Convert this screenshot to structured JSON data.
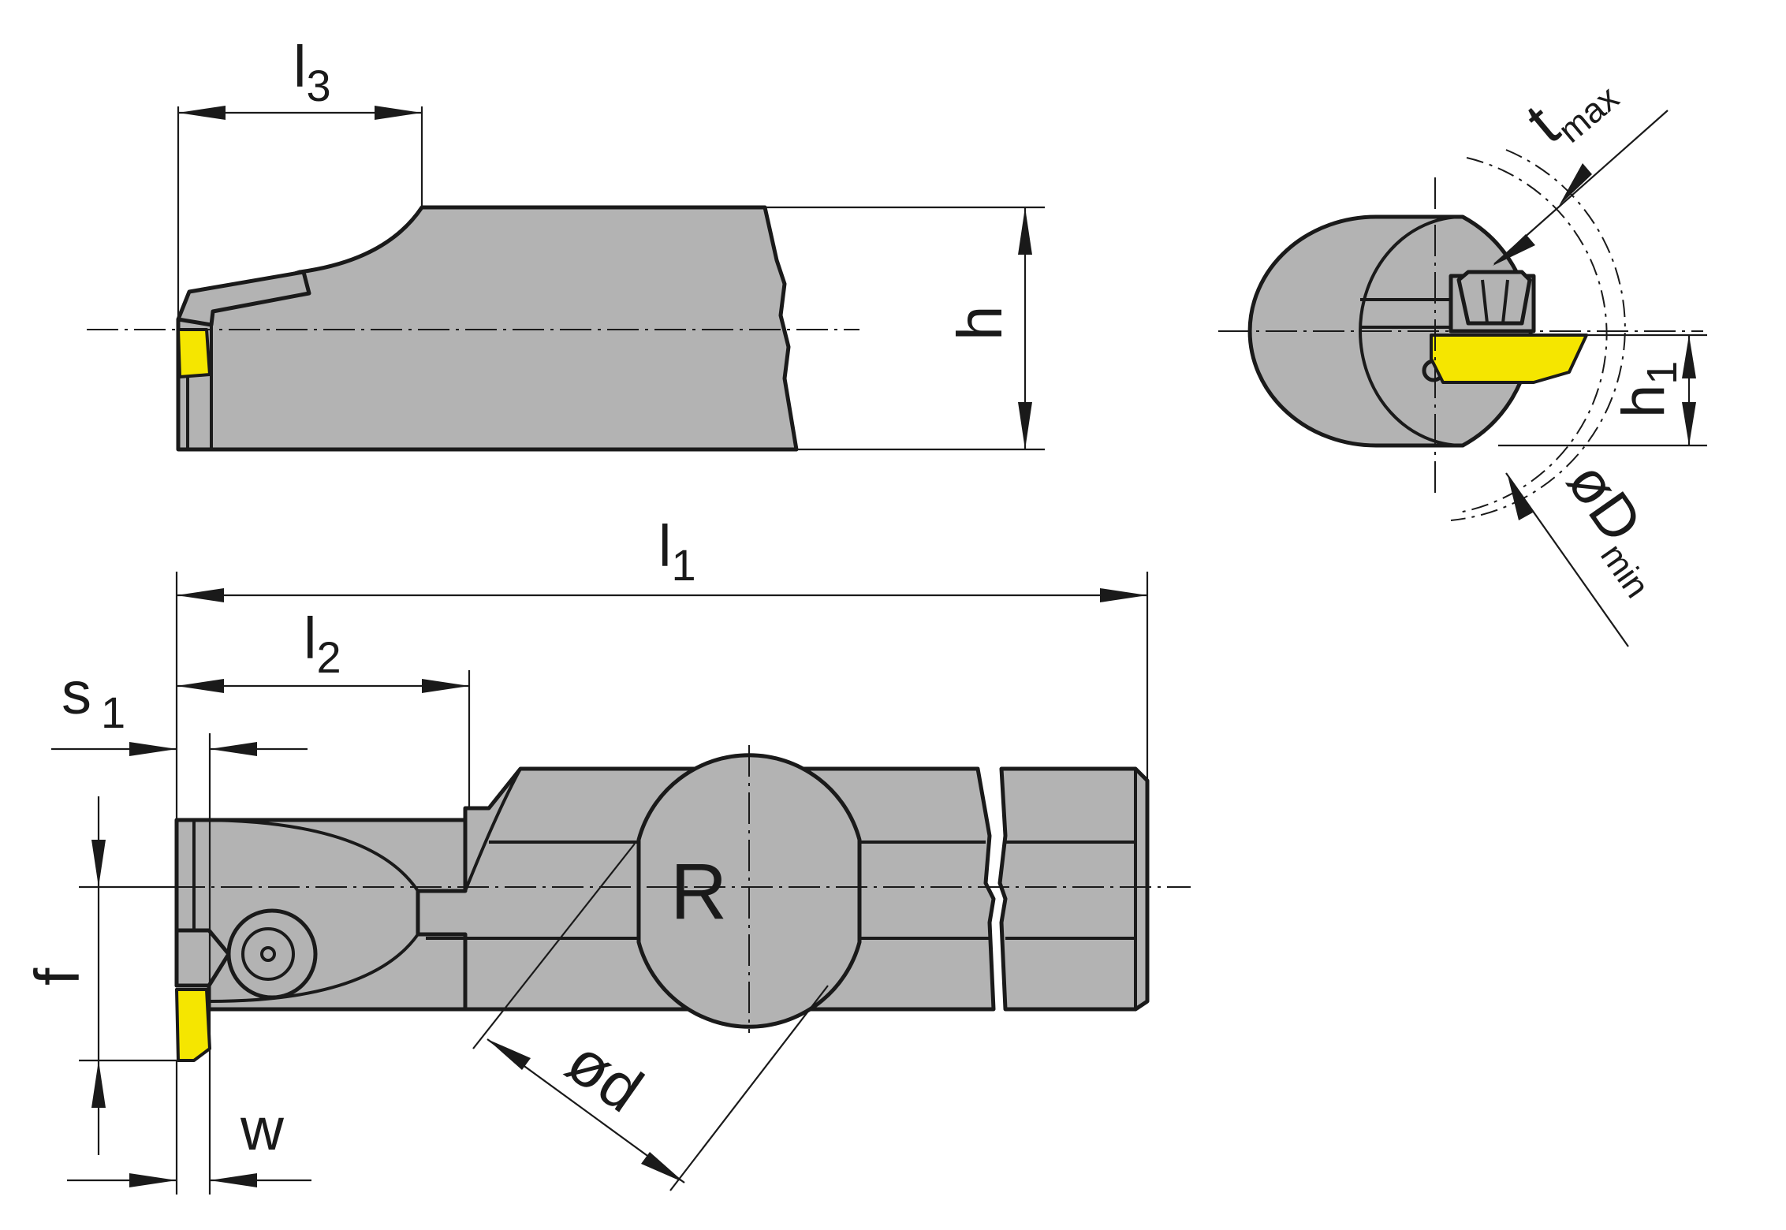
{
  "labels": {
    "l3": {
      "main": "l",
      "sub": "3"
    },
    "h": "h",
    "l1": {
      "main": "l",
      "sub": "1"
    },
    "l2": {
      "main": "l",
      "sub": "2"
    },
    "s1": {
      "main": "s",
      "sub": "1"
    },
    "f": "f",
    "w": "w",
    "d": "ød",
    "R": "R",
    "tmax": {
      "main": "t",
      "sub": "max"
    },
    "h1": {
      "main": "h",
      "sub": "1"
    },
    "Dmin": {
      "main": "øD",
      "sub": "min"
    }
  },
  "colors": {
    "body": "#b3b3b3",
    "insert": "#f5e600",
    "outline": "#1a1a1a",
    "background": "#ffffff"
  }
}
